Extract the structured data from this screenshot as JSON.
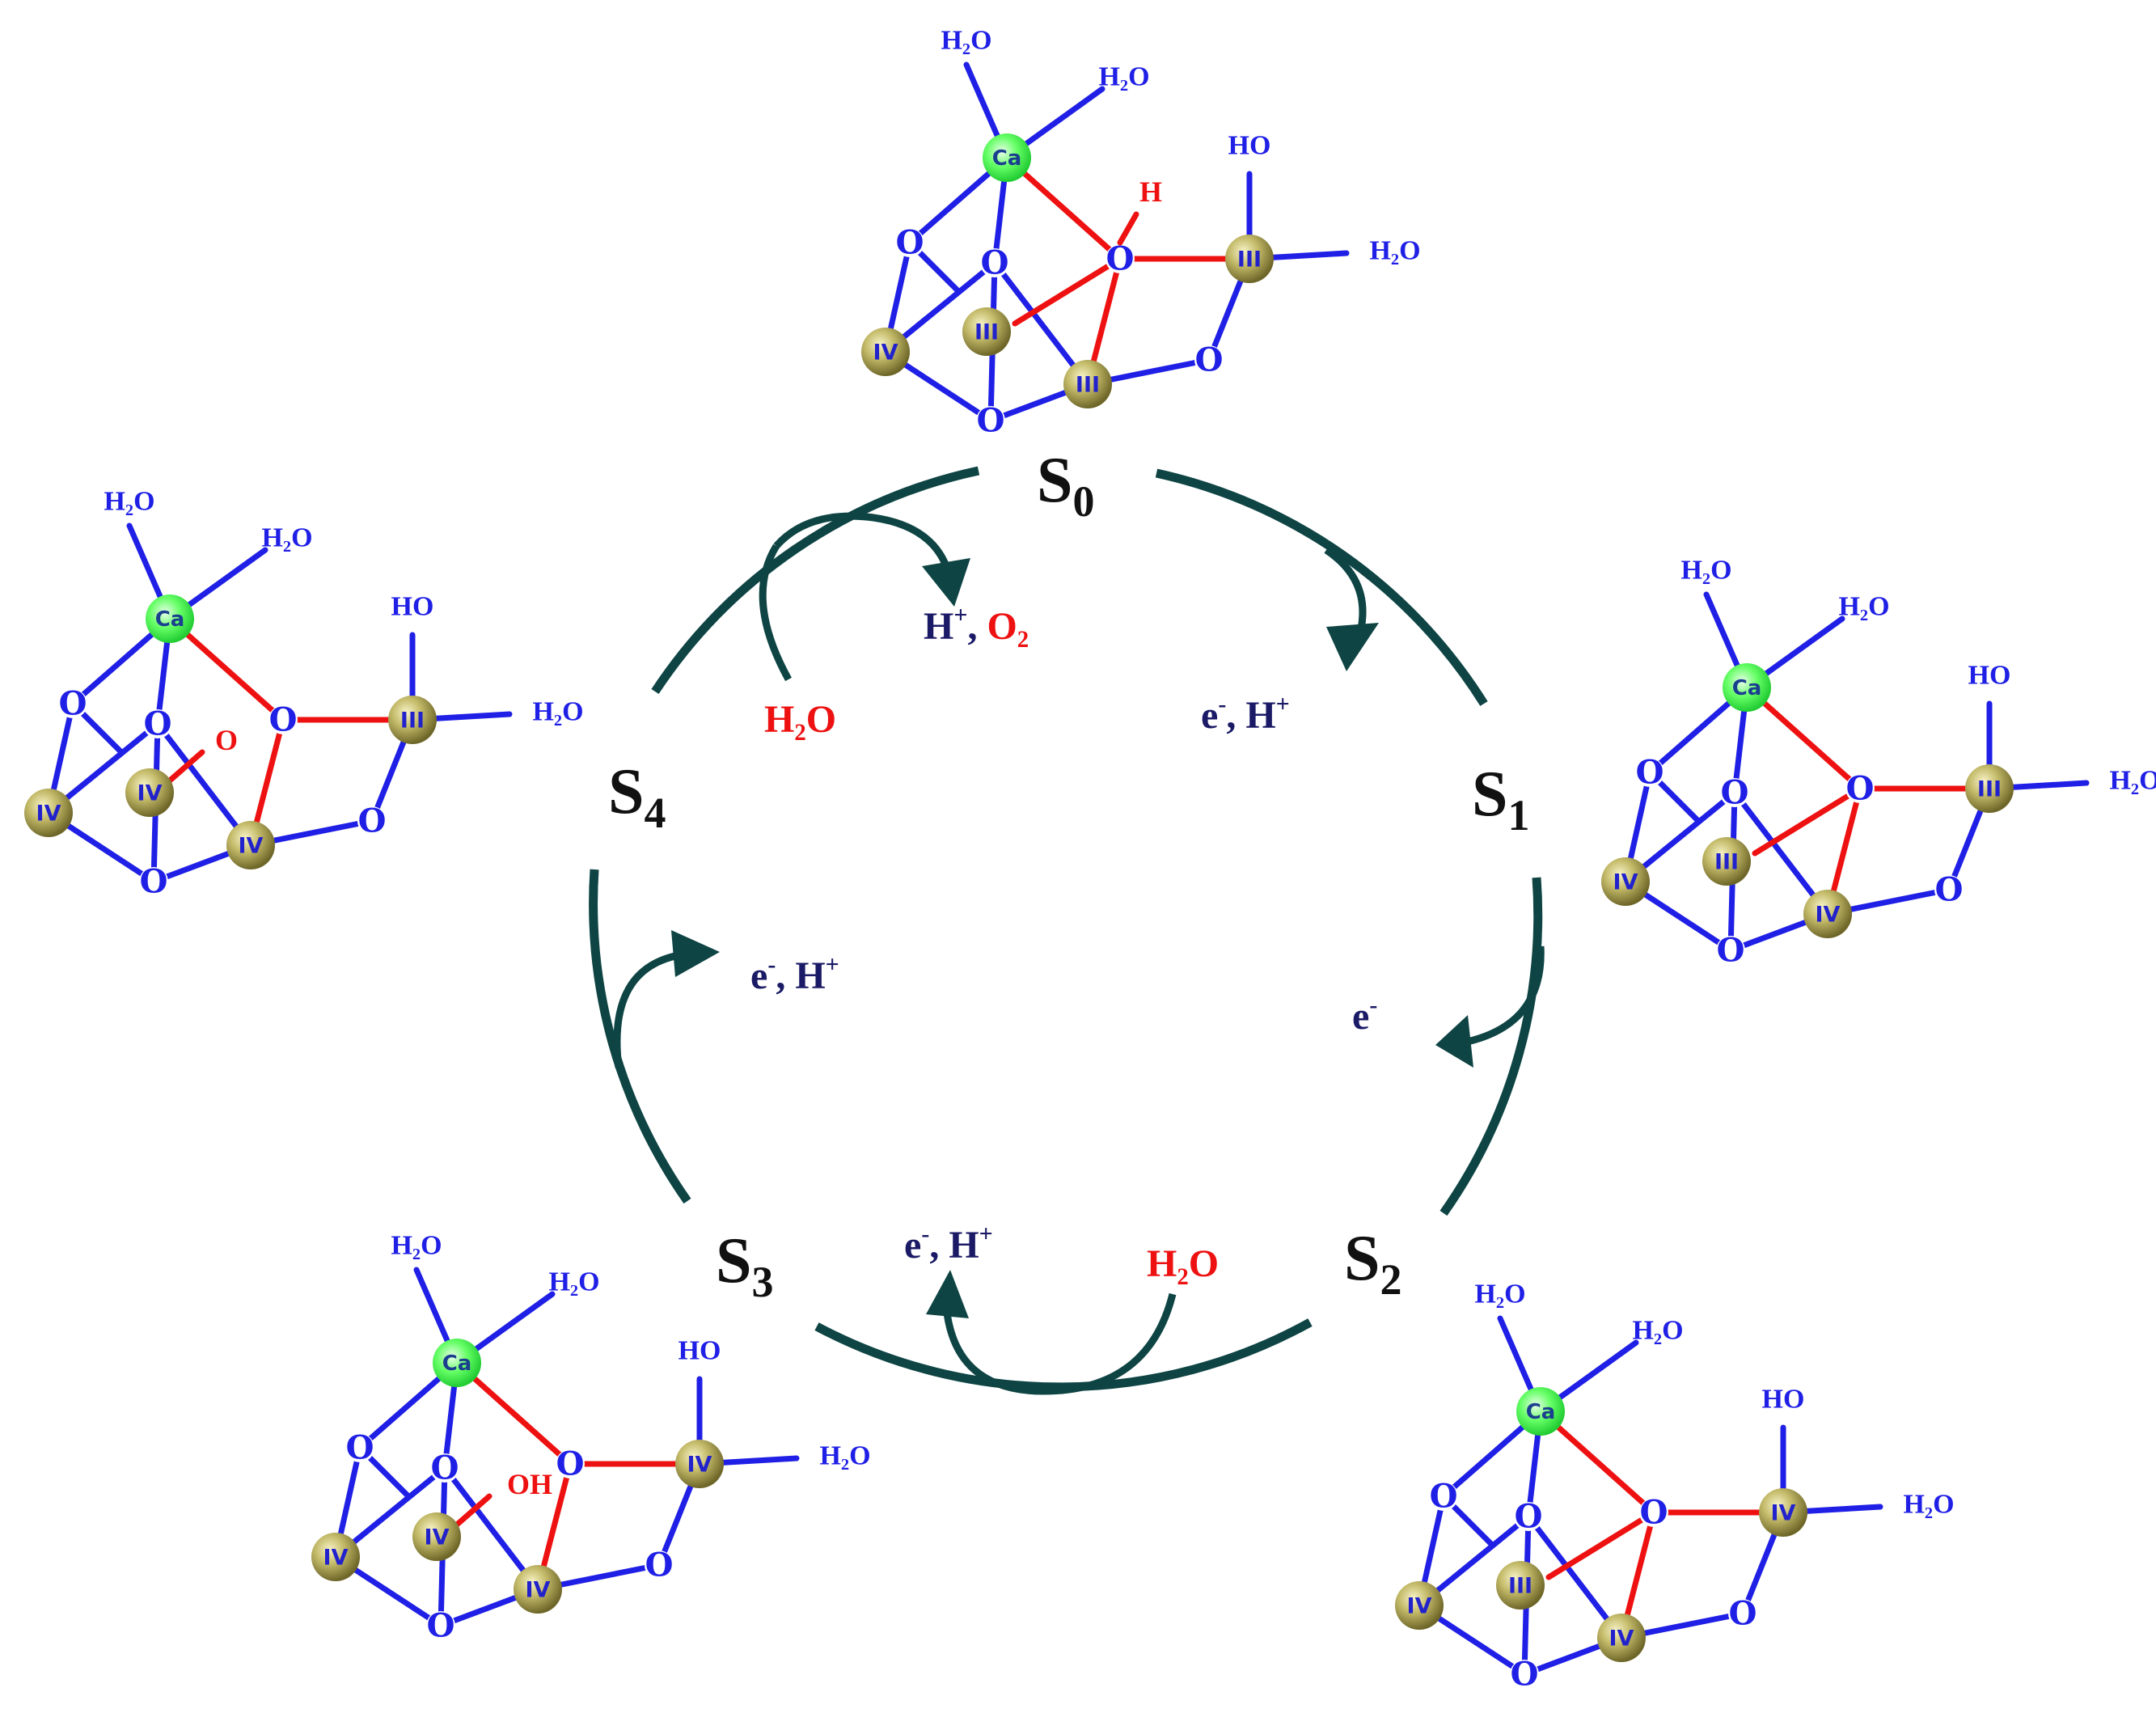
{
  "colors": {
    "cycle": "#0f4444",
    "bond": "#1f1fe6",
    "highlight": "#ee1111",
    "mn_atom": "#a39a4e",
    "ca_atom": "#33ee44",
    "label": "#1a1a66"
  },
  "states": [
    {
      "key": "s0",
      "letter": "S",
      "sub": "0"
    },
    {
      "key": "s1",
      "letter": "S",
      "sub": "1"
    },
    {
      "key": "s2",
      "letter": "S",
      "sub": "2"
    },
    {
      "key": "s3",
      "letter": "S",
      "sub": "3"
    },
    {
      "key": "s4",
      "letter": "S",
      "sub": "4"
    }
  ],
  "transitions": {
    "s0_s1": {
      "e": "e",
      "sup_e": "-",
      "sep": ", H",
      "sup_h": "+"
    },
    "s1_s2": {
      "e": "e",
      "sup_e": "-"
    },
    "s2_s3": {
      "e": "e",
      "sup_e": "-",
      "sep": ", H",
      "sup_h": "+",
      "water": "H₂O"
    },
    "s3_s4": {
      "e": "e",
      "sup_e": "-",
      "sep": ", H",
      "sup_h": "+"
    },
    "s4_s0": {
      "h": "H",
      "sup_h": "+",
      "sep": ", ",
      "o2": "O₂",
      "water": "H₂O"
    }
  },
  "cluster_labels": {
    "water": "H₂O",
    "hydroxo": "HO",
    "calcium": "Ca",
    "oxygen": "O",
    "proton": "H",
    "hydroxyl_red": "OH"
  },
  "clusters": {
    "s0": {
      "mn_left": "IV",
      "mn_back": "III",
      "mn_front": "III",
      "mn_dangler": "III",
      "central_label": "H"
    },
    "s1": {
      "mn_left": "IV",
      "mn_back": "III",
      "mn_front": "IV",
      "mn_dangler": "III"
    },
    "s2": {
      "mn_left": "IV",
      "mn_back": "III",
      "mn_front": "IV",
      "mn_dangler": "IV"
    },
    "s3": {
      "mn_left": "IV",
      "mn_back": "IV",
      "mn_front": "IV",
      "mn_dangler": "IV",
      "back_ligand": "OH"
    },
    "s4": {
      "mn_left": "IV",
      "mn_back": "IV",
      "mn_front": "IV",
      "mn_dangler": "III",
      "back_ligand": "O"
    }
  }
}
